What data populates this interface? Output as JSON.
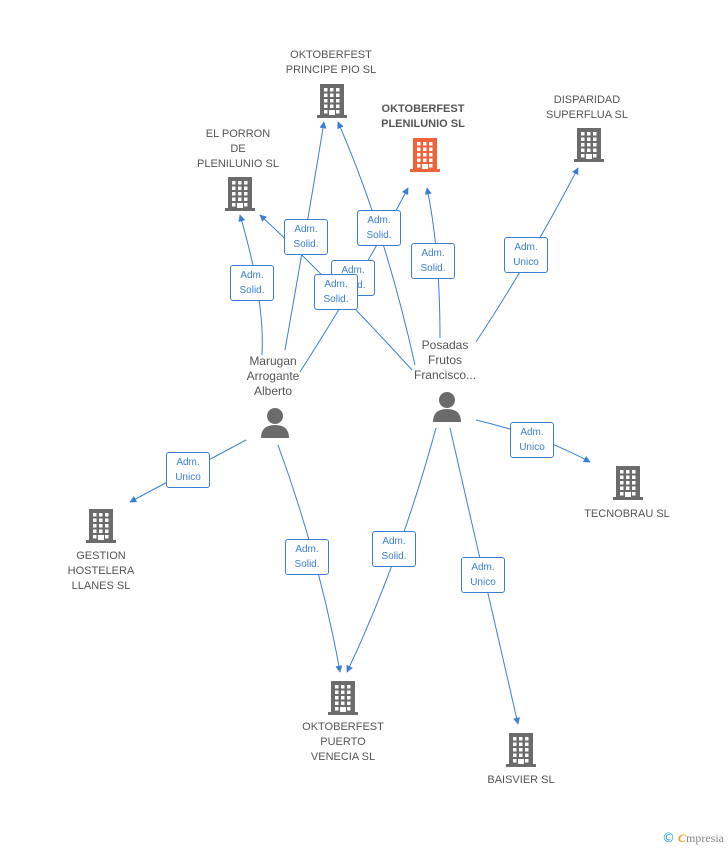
{
  "companies": [
    {
      "id": "principe",
      "label": "OKTOBERFEST\nPRINCIPE PIO SL",
      "main": false
    },
    {
      "id": "plenilunio_okt",
      "label": "OKTOBERFEST\nPLENILUNIO SL",
      "main": true
    },
    {
      "id": "disparidad",
      "label": "DISPARIDAD\nSUPERFLUA SL",
      "main": false
    },
    {
      "id": "porron",
      "label": "EL PORRON\nDE\nPLENILUNIO SL",
      "main": false
    },
    {
      "id": "gestion",
      "label": "GESTION\nHOSTELERA\nLLANES SL",
      "main": false
    },
    {
      "id": "tecnobrau",
      "label": "TECNOBRAU SL",
      "main": false
    },
    {
      "id": "puerto",
      "label": "OKTOBERFEST\nPUERTO\nVENECIA SL",
      "main": false
    },
    {
      "id": "baisvier",
      "label": "BAISVIER SL",
      "main": false
    }
  ],
  "persons": [
    {
      "id": "marugan",
      "label": "Marugan\nArrogante\nAlberto"
    },
    {
      "id": "posadas",
      "label": "Posadas\nFrutos\nFrancisco..."
    }
  ],
  "relations": [
    {
      "id": "r1",
      "label": "Adm.\nSolid."
    },
    {
      "id": "r2",
      "label": "Adm.\nSolid."
    },
    {
      "id": "r3",
      "label": "Adm.\nSolid."
    },
    {
      "id": "r4",
      "label": "Adm.\nSolid."
    },
    {
      "id": "r5",
      "label": "Adm.\nSolid."
    },
    {
      "id": "r6",
      "label": "Adm.\nSolid."
    },
    {
      "id": "r7",
      "label": "Adm.\nUnico"
    },
    {
      "id": "r8",
      "label": "Adm.\nUnico"
    },
    {
      "id": "r9",
      "label": "Adm.\nUnico"
    },
    {
      "id": "r10",
      "label": "Adm.\nSolid."
    },
    {
      "id": "r11",
      "label": "Adm.\nSolid."
    },
    {
      "id": "r12",
      "label": "Adm.\nUnico"
    }
  ],
  "colors": {
    "edge": "#3a7fd5",
    "building": "#6b6b6b",
    "building_main": "#f0623a",
    "person": "#6b6b6b"
  },
  "footer": {
    "copyright": "©",
    "brand_initial": "C",
    "brand_rest": "mpresia"
  }
}
